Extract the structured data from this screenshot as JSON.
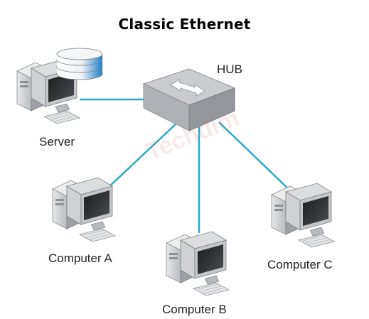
{
  "title": "Classic Ethernet",
  "hub": {
    "label": "HUB"
  },
  "nodes": {
    "server": "Server",
    "computer_a": "Computer A",
    "computer_b": "Computer B",
    "computer_c": "Computer C"
  },
  "watermark": "Techdim",
  "colors": {
    "link": "#2aa9c9",
    "hub_top": "#c9cbcf",
    "hub_side": "#9ea1a6"
  },
  "icons": {
    "server": "server-with-database-icon",
    "computer": "desktop-computer-icon",
    "hub": "network-hub-icon"
  }
}
